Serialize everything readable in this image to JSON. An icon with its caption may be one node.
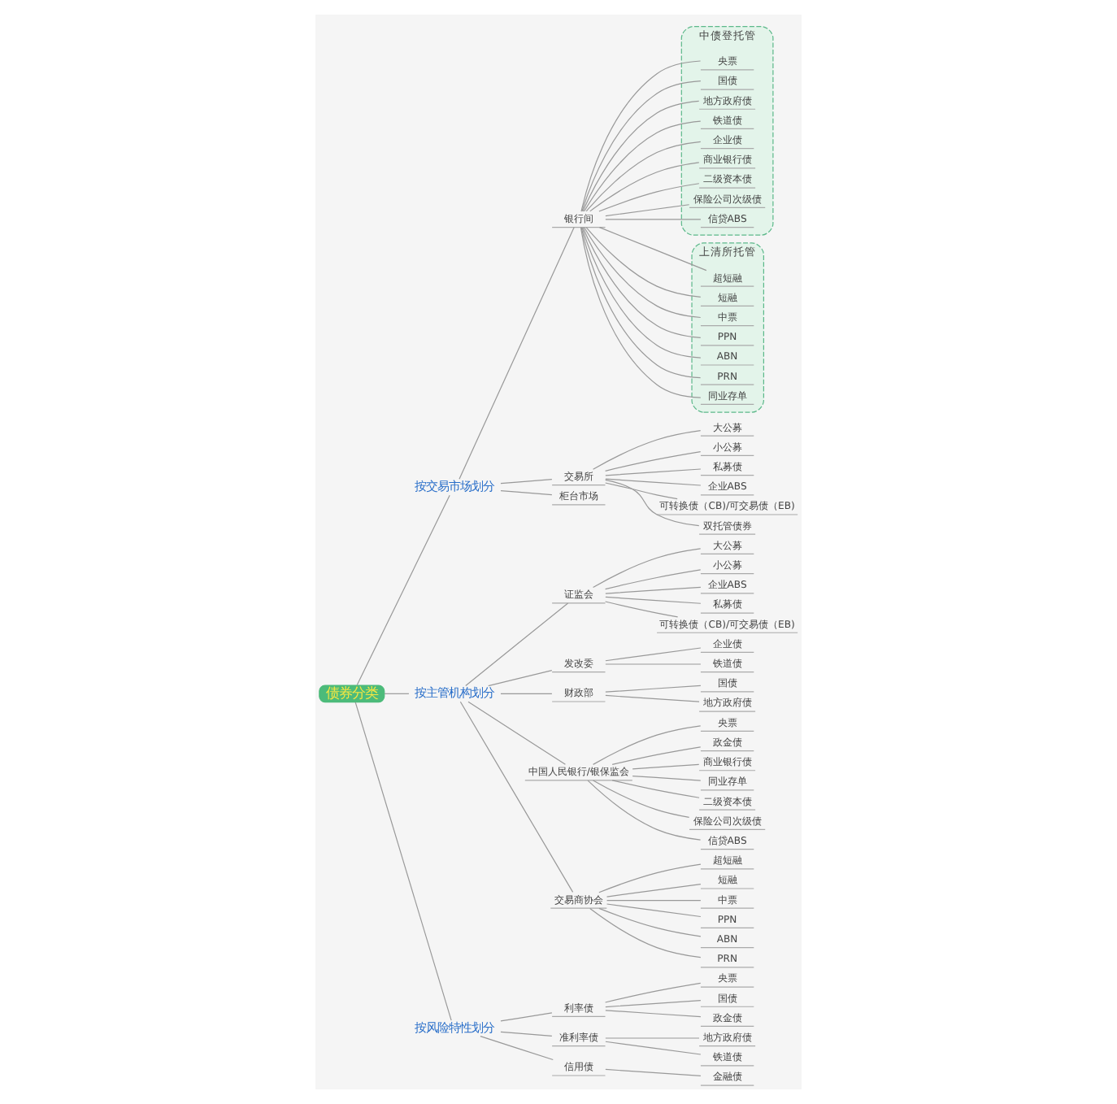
{
  "diagram": {
    "nodes": [
      {
        "text": [
          "债券分类"
        ]
      },
      {
        "text": [
          "按交易市场划分"
        ]
      },
      {
        "text": [
          "银行间"
        ]
      },
      {
        "text": [
          "中债登托管"
        ]
      },
      {
        "text": [
          "央票"
        ],
        "in": 3
      },
      {
        "text": [
          "国债"
        ],
        "in": 3
      },
      {
        "text": [
          "地方政府债"
        ],
        "in": 3
      },
      {
        "text": [
          "铁道债"
        ],
        "in": 3
      },
      {
        "text": [
          "企业债"
        ],
        "in": 3
      },
      {
        "text": [
          "商业银行债"
        ],
        "in": 3
      },
      {
        "text": [
          "二级资本债"
        ],
        "in": 3
      },
      {
        "text": [
          "保险公司次级债"
        ],
        "in": 3
      },
      {
        "text": [
          "信贷ABS"
        ],
        "in": 3
      },
      {
        "text": [
          "上清所托管"
        ]
      },
      {
        "text": [
          "超短融"
        ],
        "in": 13
      },
      {
        "text": [
          "短融"
        ],
        "in": 13
      },
      {
        "text": [
          "中票"
        ],
        "in": 13
      },
      {
        "text": [
          "PPN"
        ],
        "in": 13
      },
      {
        "text": [
          "ABN"
        ],
        "in": 13
      },
      {
        "text": [
          "PRN"
        ],
        "in": 13
      },
      {
        "text": [
          "同业存单"
        ],
        "in": 13
      },
      {
        "text": [
          "交易所"
        ]
      },
      {
        "text": [
          "大公募"
        ]
      },
      {
        "text": [
          "小公募"
        ]
      },
      {
        "text": [
          "私募债"
        ]
      },
      {
        "text": [
          "企业ABS"
        ]
      },
      {
        "text": [
          "可转换债（CB)/可交易债（EB)"
        ]
      },
      {
        "text": [
          "双托管债券"
        ]
      },
      {
        "text": [
          "柜台市场"
        ]
      },
      {
        "text": [
          "按主管机构划分"
        ]
      },
      {
        "text": [
          "证监会"
        ]
      },
      {
        "text": [
          "大公募"
        ]
      },
      {
        "text": [
          "小公募"
        ]
      },
      {
        "text": [
          "企业ABS"
        ]
      },
      {
        "text": [
          "私募债"
        ]
      },
      {
        "text": [
          "可转换债（CB)/可交易债（EB)"
        ]
      },
      {
        "text": [
          "发改委"
        ]
      },
      {
        "text": [
          "企业债"
        ]
      },
      {
        "text": [
          "铁道债"
        ]
      },
      {
        "text": [
          "财政部"
        ]
      },
      {
        "text": [
          "国债"
        ]
      },
      {
        "text": [
          "地方政府债"
        ]
      },
      {
        "text": [
          "中国人民银行/银保监会"
        ]
      },
      {
        "text": [
          "央票"
        ]
      },
      {
        "text": [
          "政金债"
        ]
      },
      {
        "text": [
          "商业银行债"
        ]
      },
      {
        "text": [
          "同业存单"
        ]
      },
      {
        "text": [
          "二级资本债"
        ]
      },
      {
        "text": [
          "保险公司次级债"
        ]
      },
      {
        "text": [
          "信贷ABS"
        ]
      },
      {
        "text": [
          "交易商协会"
        ]
      },
      {
        "text": [
          "超短融"
        ]
      },
      {
        "text": [
          "短融"
        ]
      },
      {
        "text": [
          "中票"
        ]
      },
      {
        "text": [
          "PPN"
        ]
      },
      {
        "text": [
          "ABN"
        ]
      },
      {
        "text": [
          "PRN"
        ]
      },
      {
        "text": [
          "按风险特性划分"
        ]
      },
      {
        "text": [
          "利率债"
        ]
      },
      {
        "text": [
          "央票"
        ]
      },
      {
        "text": [
          "国债"
        ]
      },
      {
        "text": [
          "政金债"
        ]
      },
      {
        "text": [
          "准利率债"
        ]
      },
      {
        "text": [
          "地方政府债"
        ]
      },
      {
        "text": [
          "铁道债"
        ]
      },
      {
        "text": [
          "信用债"
        ]
      },
      {
        "text": [
          "金融债"
        ]
      }
    ],
    "edges": [
      {
        "from": 0,
        "to": 1,
        "arrow": "none"
      },
      {
        "from": 1,
        "to": 2,
        "arrow": "none"
      },
      {
        "from": 2,
        "to": 4,
        "arrow": "none"
      },
      {
        "from": 2,
        "to": 5,
        "arrow": "none"
      },
      {
        "from": 2,
        "to": 6,
        "arrow": "none"
      },
      {
        "from": 2,
        "to": 7,
        "arrow": "none"
      },
      {
        "from": 2,
        "to": 8,
        "arrow": "none"
      },
      {
        "from": 2,
        "to": 9,
        "arrow": "none"
      },
      {
        "from": 2,
        "to": 10,
        "arrow": "none"
      },
      {
        "from": 2,
        "to": 11,
        "arrow": "none"
      },
      {
        "from": 2,
        "to": 12,
        "arrow": "none"
      },
      {
        "from": 2,
        "to": 14,
        "arrow": "none"
      },
      {
        "from": 2,
        "to": 15,
        "arrow": "none"
      },
      {
        "from": 2,
        "to": 16,
        "arrow": "none"
      },
      {
        "from": 2,
        "to": 17,
        "arrow": "none"
      },
      {
        "from": 2,
        "to": 18,
        "arrow": "none"
      },
      {
        "from": 2,
        "to": 19,
        "arrow": "none"
      },
      {
        "from": 2,
        "to": 20,
        "arrow": "none"
      },
      {
        "from": 1,
        "to": 21,
        "arrow": "none"
      },
      {
        "from": 21,
        "to": 22,
        "arrow": "none"
      },
      {
        "from": 21,
        "to": 23,
        "arrow": "none"
      },
      {
        "from": 21,
        "to": 24,
        "arrow": "none"
      },
      {
        "from": 21,
        "to": 25,
        "arrow": "none"
      },
      {
        "from": 21,
        "to": 26,
        "arrow": "none"
      },
      {
        "from": 21,
        "to": 27,
        "arrow": "none"
      },
      {
        "from": 1,
        "to": 28,
        "arrow": "none"
      },
      {
        "from": 0,
        "to": 29,
        "arrow": "none"
      },
      {
        "from": 29,
        "to": 30,
        "arrow": "none"
      },
      {
        "from": 30,
        "to": 31,
        "arrow": "none"
      },
      {
        "from": 30,
        "to": 32,
        "arrow": "none"
      },
      {
        "from": 30,
        "to": 33,
        "arrow": "none"
      },
      {
        "from": 30,
        "to": 34,
        "arrow": "none"
      },
      {
        "from": 30,
        "to": 35,
        "arrow": "none"
      },
      {
        "from": 29,
        "to": 36,
        "arrow": "none"
      },
      {
        "from": 36,
        "to": 37,
        "arrow": "none"
      },
      {
        "from": 36,
        "to": 38,
        "arrow": "none"
      },
      {
        "from": 29,
        "to": 39,
        "arrow": "none"
      },
      {
        "from": 39,
        "to": 40,
        "arrow": "none"
      },
      {
        "from": 39,
        "to": 41,
        "arrow": "none"
      },
      {
        "from": 29,
        "to": 42,
        "arrow": "none"
      },
      {
        "from": 42,
        "to": 43,
        "arrow": "none"
      },
      {
        "from": 42,
        "to": 44,
        "arrow": "none"
      },
      {
        "from": 42,
        "to": 45,
        "arrow": "none"
      },
      {
        "from": 42,
        "to": 46,
        "arrow": "none"
      },
      {
        "from": 42,
        "to": 47,
        "arrow": "none"
      },
      {
        "from": 42,
        "to": 48,
        "arrow": "none"
      },
      {
        "from": 42,
        "to": 49,
        "arrow": "none"
      },
      {
        "from": 29,
        "to": 50,
        "arrow": "none"
      },
      {
        "from": 50,
        "to": 51,
        "arrow": "none"
      },
      {
        "from": 50,
        "to": 52,
        "arrow": "none"
      },
      {
        "from": 50,
        "to": 53,
        "arrow": "none"
      },
      {
        "from": 50,
        "to": 54,
        "arrow": "none"
      },
      {
        "from": 50,
        "to": 55,
        "arrow": "none"
      },
      {
        "from": 50,
        "to": 56,
        "arrow": "none"
      },
      {
        "from": 0,
        "to": 57,
        "arrow": "none"
      },
      {
        "from": 57,
        "to": 58,
        "arrow": "none"
      },
      {
        "from": 58,
        "to": 59,
        "arrow": "none"
      },
      {
        "from": 58,
        "to": 60,
        "arrow": "none"
      },
      {
        "from": 58,
        "to": 61,
        "arrow": "none"
      },
      {
        "from": 57,
        "to": 62,
        "arrow": "none"
      },
      {
        "from": 62,
        "to": 63,
        "arrow": "none"
      },
      {
        "from": 62,
        "to": 64,
        "arrow": "none"
      },
      {
        "from": 57,
        "to": 65,
        "arrow": "none"
      },
      {
        "from": 65,
        "to": 66,
        "arrow": "none"
      }
    ]
  }
}
